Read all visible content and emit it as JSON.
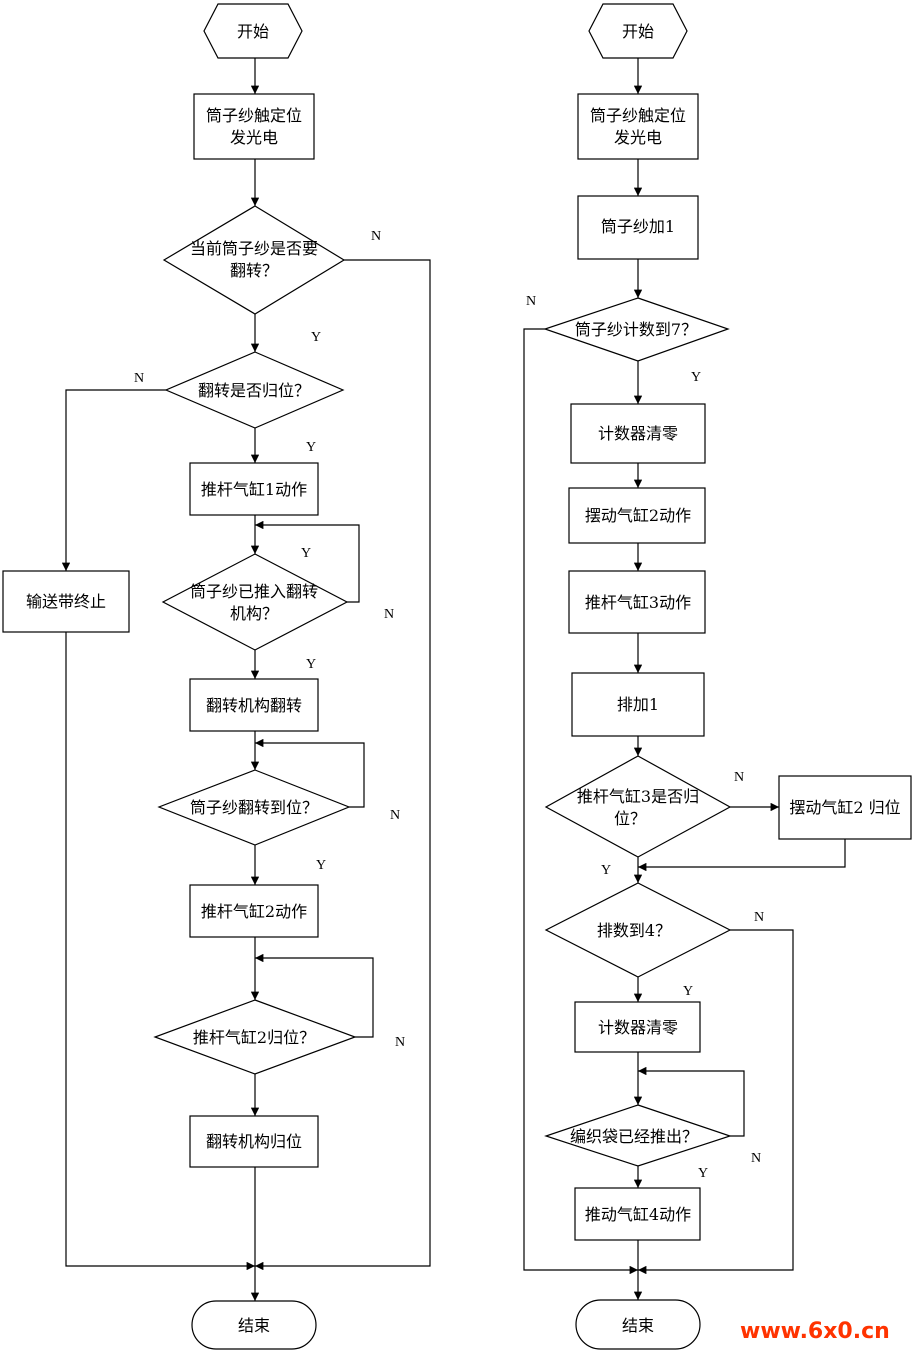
{
  "left_flow": {
    "start": "开始",
    "positioning": [
      "筒子纱触定位",
      "发光电"
    ],
    "q_flip": [
      "当前筒子纱是否要",
      "翻转？"
    ],
    "q_reset": "翻转是否归位？",
    "cyl1": "推杆气缸1动作",
    "q_pushed": [
      "筒子纱已推入翻转",
      "机构？"
    ],
    "flip": "翻转机构翻转",
    "q_flipped": "筒子纱翻转到位？",
    "cyl2": "推杆气缸2动作",
    "q_cyl2_reset": "推杆气缸2归位？",
    "flip_reset": "翻转机构归位",
    "conveyor_stop": "输送带终止",
    "end": "结束"
  },
  "right_flow": {
    "start": "开始",
    "positioning": [
      "筒子纱触定位",
      "发光电"
    ],
    "add1": "筒子纱加1",
    "q_count7": "筒子纱计数到7？",
    "clear1": "计数器清零",
    "swing2": "摆动气缸2动作",
    "push3": "推杆气缸3动作",
    "row_add1": "排加1",
    "q_push3_reset": [
      "推杆气缸3是否归",
      "位？"
    ],
    "swing2_reset": "摆动气缸2 归位",
    "q_rows4": "排数到4？",
    "clear2": "计数器清零",
    "q_bag_out": "编织袋已经推出？",
    "push4": "推动气缸4动作",
    "end": "结束"
  },
  "edge_labels": {
    "yes": "Y",
    "no": "N"
  },
  "watermark": "www.6x0.cn"
}
